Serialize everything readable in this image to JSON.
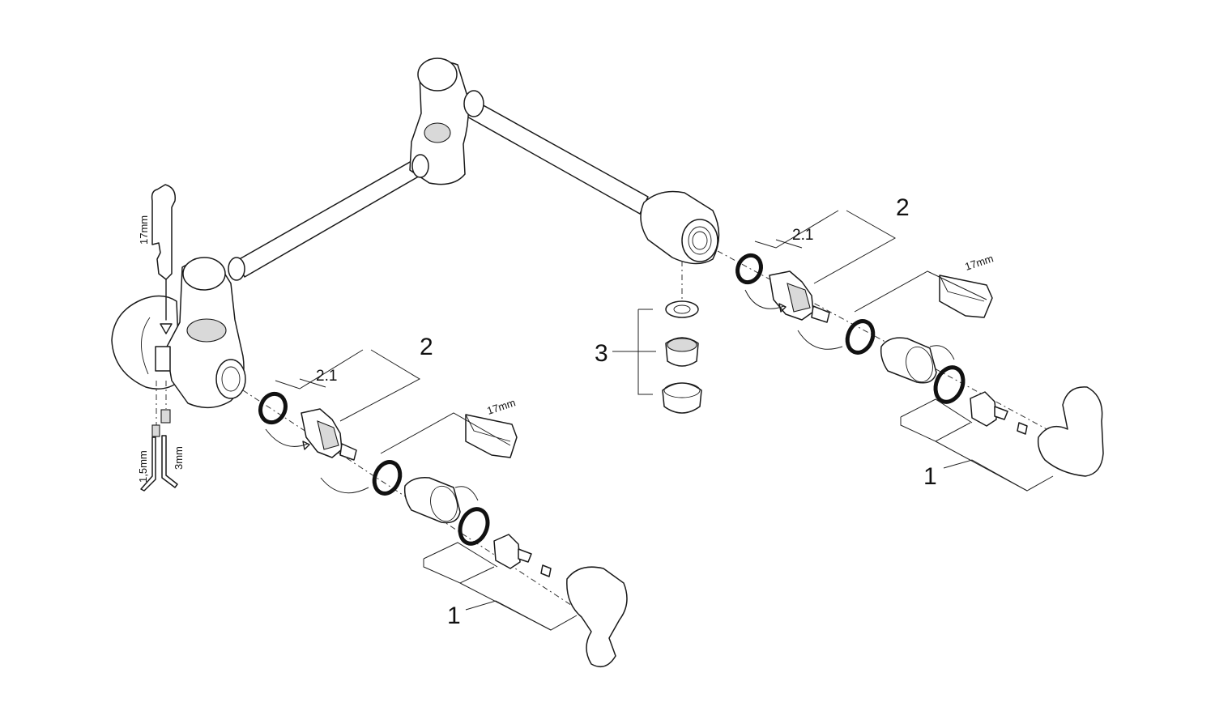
{
  "callouts": {
    "cartridge_set": "2",
    "cartridge": "2.1",
    "handle_set": "1",
    "aerator_set": "3"
  },
  "tools": {
    "wrench_17": "17mm",
    "hex_small": "1,5mm",
    "hex_large": "3mm"
  },
  "colors": {
    "line": "#1a1a1a",
    "shade": "#d9d9d9",
    "background": "#ffffff"
  }
}
